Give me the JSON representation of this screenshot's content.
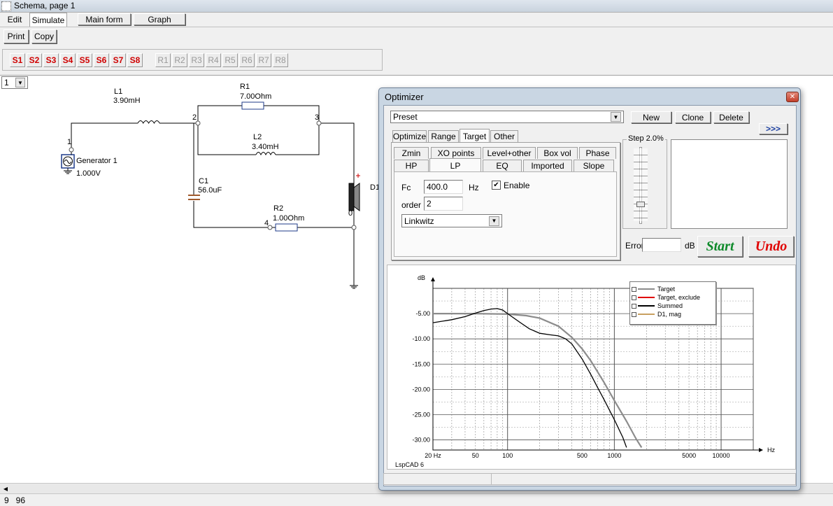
{
  "window": {
    "title": "Schema, page 1"
  },
  "menu": {
    "edit": "Edit",
    "simulate": "Simulate"
  },
  "toolbar": {
    "main_form": "Main form",
    "graph": "Graph",
    "print": "Print",
    "copy": "Copy"
  },
  "s_buttons": [
    "S1",
    "S2",
    "S3",
    "S4",
    "S5",
    "S6",
    "S7",
    "S8"
  ],
  "r_buttons": [
    "R1",
    "R2",
    "R3",
    "R4",
    "R5",
    "R6",
    "R7",
    "R8"
  ],
  "page_select": "1",
  "schematic": {
    "L1": {
      "name": "L1",
      "value": "3.90mH"
    },
    "R1": {
      "name": "R1",
      "value": "7.00Ohm"
    },
    "L2": {
      "name": "L2",
      "value": "3.40mH"
    },
    "C1": {
      "name": "C1",
      "value": "56.0uF"
    },
    "R2": {
      "name": "R2",
      "value": "1.00Ohm"
    },
    "gen": {
      "name": "Generator 1",
      "value": "1.000V"
    },
    "d1": "D1",
    "nodes": {
      "n1": "1",
      "n2": "2",
      "n3": "3",
      "n4": "4",
      "n0": "0"
    }
  },
  "optimizer": {
    "title": "Optimizer",
    "preset": "Preset",
    "new_btn": "New",
    "clone_btn": "Clone",
    "delete_btn": "Delete",
    "more_btn": ">>>",
    "tabs_top": [
      "Optimize",
      "Range",
      "Target",
      "Other"
    ],
    "tabs_row2": [
      "Zmin",
      "XO points",
      "Level+other",
      "Box vol",
      "Phase"
    ],
    "tabs_row3": [
      "HP",
      "LP",
      "EQ",
      "Imported",
      "Slope"
    ],
    "fc_label": "Fc",
    "fc_value": "400.0",
    "hz_label": "Hz",
    "enable_label": "Enable",
    "check_mark": "✔",
    "order_label": "order",
    "order_value": "2",
    "filter_type": "Linkwitz",
    "step_label": "Step 2.0%",
    "error_label": "Error",
    "error_value": "",
    "db_label": "dB",
    "start_btn": "Start",
    "undo_btn": "Undo",
    "close_glyph": "✕"
  },
  "graph": {
    "legend": [
      "Target",
      "Target, exclude",
      "Summed",
      "D1, mag"
    ],
    "footer": "LspCAD 6"
  },
  "chart_data": {
    "type": "line",
    "ylabel": "dB",
    "xlabel": "Hz",
    "xscale": "log",
    "xlim": [
      20,
      20000
    ],
    "ylim": [
      -32,
      0
    ],
    "xticks": [
      {
        "v": 20,
        "t": "20 Hz"
      },
      {
        "v": 50,
        "t": "50"
      },
      {
        "v": 100,
        "t": "100"
      },
      {
        "v": 500,
        "t": "500"
      },
      {
        "v": 1000,
        "t": "1000"
      },
      {
        "v": 5000,
        "t": "5000"
      },
      {
        "v": 10000,
        "t": "10000"
      }
    ],
    "yticks": [
      {
        "v": -5,
        "t": "-5.00"
      },
      {
        "v": -10,
        "t": "-10.00"
      },
      {
        "v": -15,
        "t": "-15.00"
      },
      {
        "v": -20,
        "t": "-20.00"
      },
      {
        "v": -25,
        "t": "-25.00"
      },
      {
        "v": -30,
        "t": "-30.00"
      }
    ],
    "grid": true,
    "legend_position": "top-right",
    "series": [
      {
        "name": "Target",
        "color": "#8c8c8c",
        "x": [
          20,
          50,
          100,
          150,
          200,
          300,
          400,
          500,
          600,
          800,
          1000,
          1300,
          1600,
          1800
        ],
        "y": [
          -5.0,
          -5.0,
          -5.1,
          -5.4,
          -5.9,
          -7.5,
          -9.7,
          -12.0,
          -14.3,
          -18.6,
          -22.2,
          -26.3,
          -29.8,
          -31.5
        ]
      },
      {
        "name": "Summed",
        "color": "#000000",
        "x": [
          20,
          30,
          40,
          50,
          60,
          70,
          80,
          90,
          100,
          130,
          160,
          200,
          250,
          300,
          350,
          400,
          500,
          600,
          700,
          800,
          1000,
          1200,
          1300
        ],
        "y": [
          -6.8,
          -6.2,
          -5.6,
          -4.9,
          -4.4,
          -4.1,
          -4.0,
          -4.3,
          -5.0,
          -6.7,
          -8.0,
          -8.9,
          -9.2,
          -9.4,
          -10.0,
          -11.0,
          -14.0,
          -17.0,
          -19.7,
          -22.0,
          -26.0,
          -29.5,
          -31.5
        ]
      }
    ]
  },
  "status": {
    "coords": "9   96"
  }
}
